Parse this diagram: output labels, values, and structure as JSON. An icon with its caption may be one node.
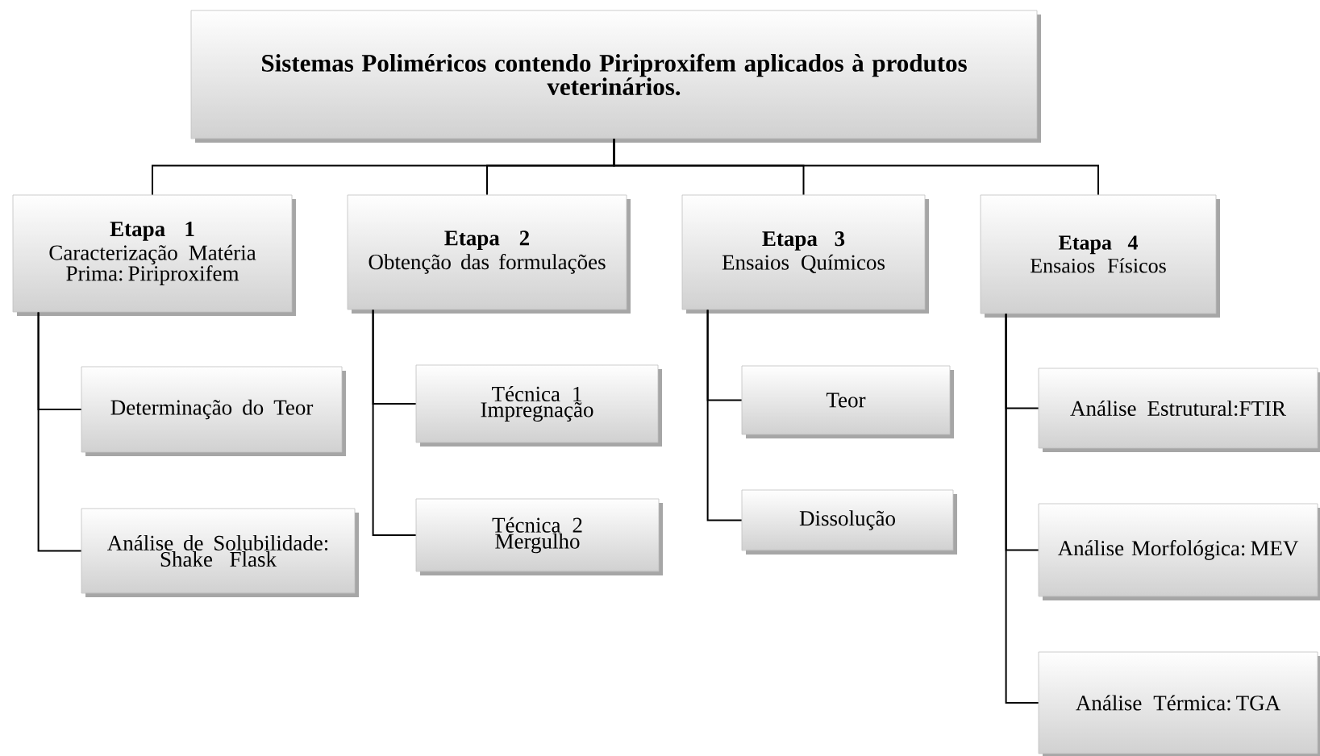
{
  "diagram": {
    "nodes": [
      {
        "text": [
          "Sistemas  Poliméricos contendo Piriproxifem aplicados à produtos veterinários."
        ]
      },
      {
        "text": [
          "Etapa 1",
          "Caracterização Matéria Prima: Piriproxifem"
        ]
      },
      {
        "text": [
          "Etapa 2",
          "Obtenção das formulações"
        ]
      },
      {
        "text": [
          "Etapa 3",
          "Ensaios Químicos"
        ]
      },
      {
        "text": [
          "Etapa 4",
          "Ensaios Físicos"
        ]
      },
      {
        "text": [
          "Determinação do Teor"
        ]
      },
      {
        "text": [
          "Análise de Solubilidade: Shake Flask"
        ]
      },
      {
        "text": [
          "Técnica 1 Impregnação"
        ]
      },
      {
        "text": [
          "Técnica 2 Mergulho"
        ]
      },
      {
        "text": [
          "Teor"
        ]
      },
      {
        "text": [
          "Dissolução"
        ]
      },
      {
        "text": [
          "Análise Estrutural:FTIR"
        ]
      },
      {
        "text": [
          "Análise Morfológica: MEV"
        ]
      },
      {
        "text": [
          "Análise Térmica: TGA"
        ]
      }
    ],
    "edges": [
      {
        "from": 0,
        "to": 1,
        "arrow": "none"
      },
      {
        "from": 0,
        "to": 2,
        "arrow": "none"
      },
      {
        "from": 0,
        "to": 3,
        "arrow": "none"
      },
      {
        "from": 0,
        "to": 4,
        "arrow": "none"
      },
      {
        "from": 1,
        "to": 5,
        "arrow": "none"
      },
      {
        "from": 1,
        "to": 6,
        "arrow": "none"
      },
      {
        "from": 2,
        "to": 7,
        "arrow": "none"
      },
      {
        "from": 2,
        "to": 8,
        "arrow": "none"
      },
      {
        "from": 3,
        "to": 9,
        "arrow": "none"
      },
      {
        "from": 3,
        "to": 10,
        "arrow": "none"
      },
      {
        "from": 4,
        "to": 11,
        "arrow": "none"
      },
      {
        "from": 4,
        "to": 12,
        "arrow": "none"
      },
      {
        "from": 4,
        "to": 13,
        "arrow": "none"
      }
    ]
  }
}
